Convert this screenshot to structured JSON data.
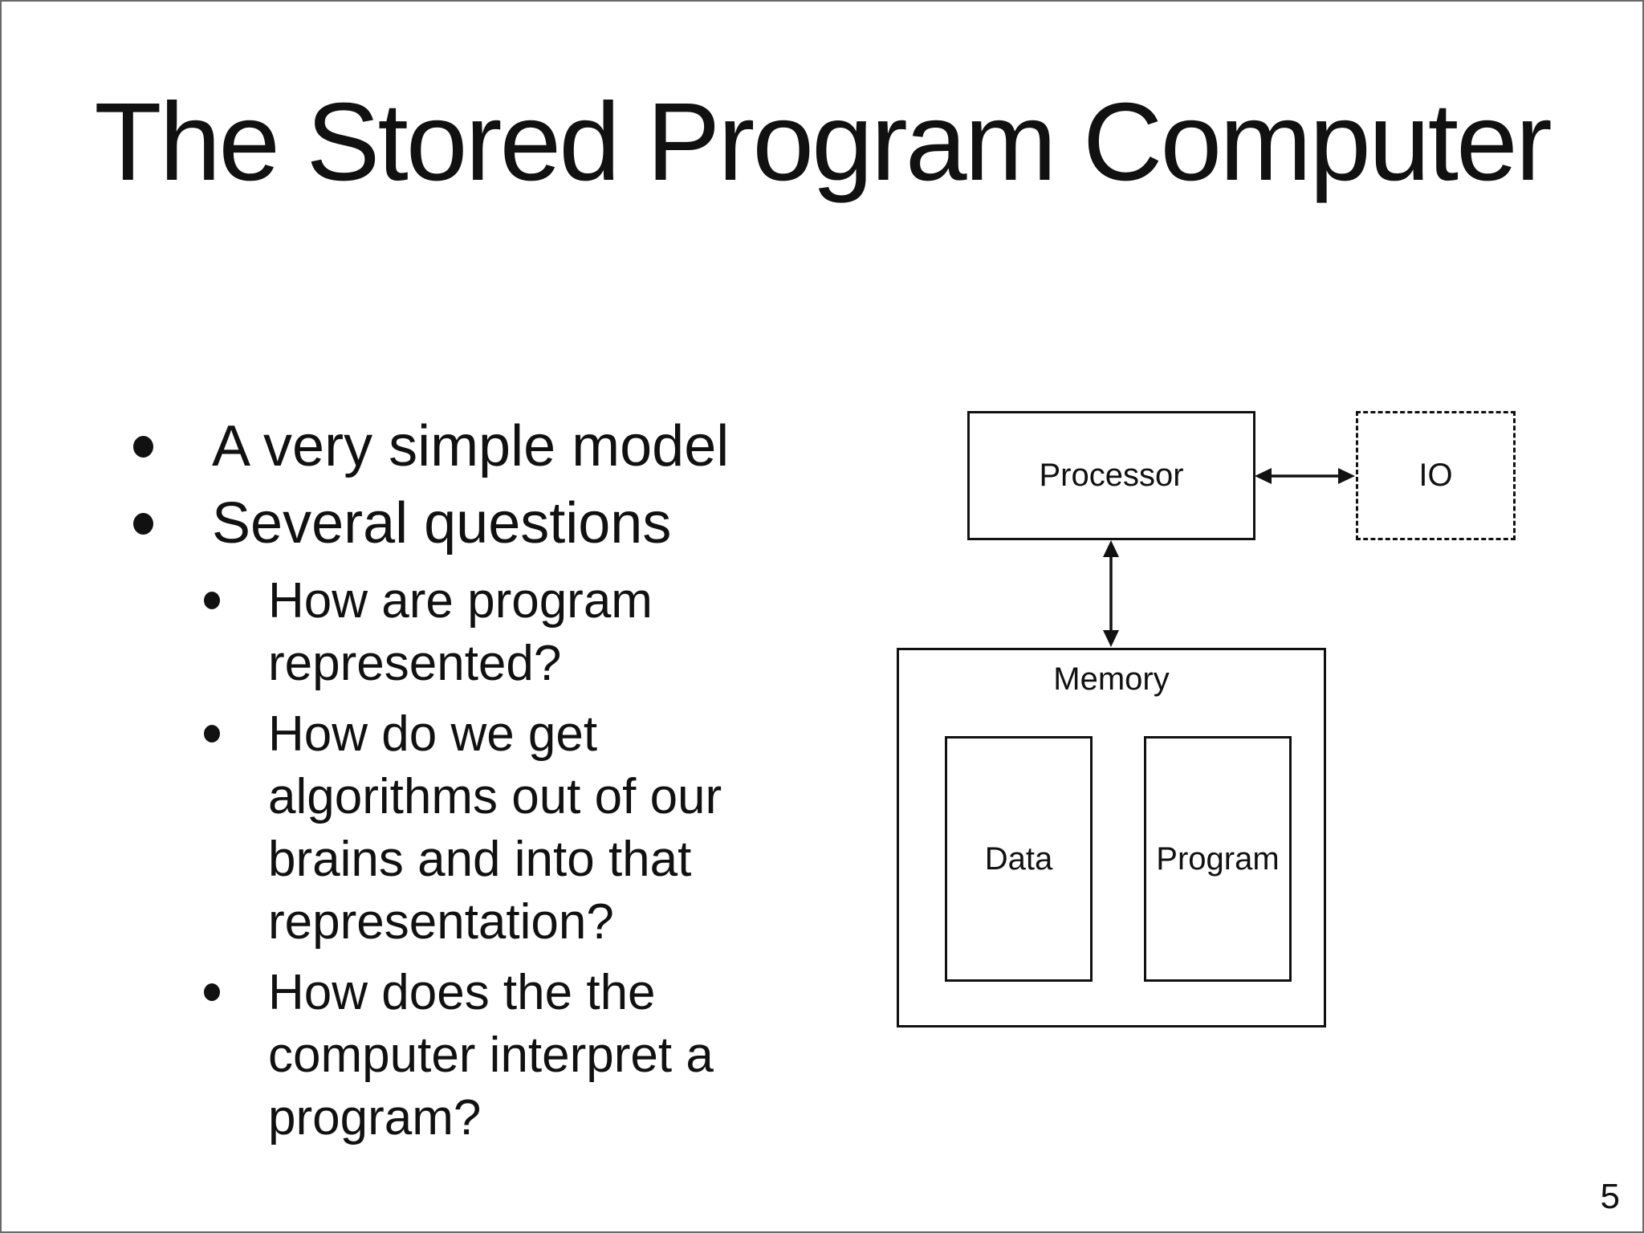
{
  "slide": {
    "title": "The Stored Program Computer",
    "page_number": "5",
    "bullets": {
      "level1": [
        {
          "text": "A very simple model"
        },
        {
          "text": "Several questions"
        }
      ],
      "level2": [
        {
          "lines": [
            "How are program",
            "represented?"
          ]
        },
        {
          "lines": [
            "How do we get",
            "algorithms out of our",
            "brains and into that",
            "representation?"
          ]
        },
        {
          "lines": [
            "How does the the",
            "computer interpret a",
            "program?"
          ]
        }
      ]
    },
    "diagram": {
      "processor": "Processor",
      "io": "IO",
      "memory": "Memory",
      "data": "Data",
      "program": "Program"
    },
    "colors": {
      "background": "#ffffff",
      "text": "#111111",
      "line": "#111111",
      "frame": "#6a6a6a"
    }
  }
}
